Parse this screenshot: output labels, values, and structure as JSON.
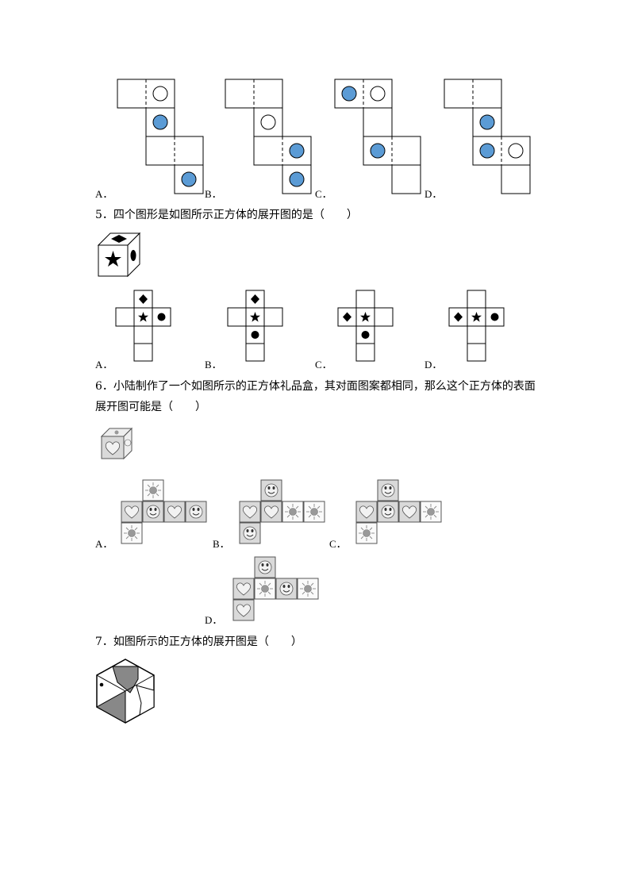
{
  "q4": {
    "options": [
      "A．",
      "B．",
      "C．",
      "D．"
    ],
    "colors": {
      "filled": "#5b9bd5",
      "outline": "#000000"
    }
  },
  "q5": {
    "number": "5．",
    "stem": "四个图形是如图所示正方体的展开图的是（　　）",
    "options": [
      "A．",
      "B．",
      "C．",
      "D．"
    ],
    "symbols": [
      "diamond-icon",
      "star-icon",
      "circle-icon"
    ]
  },
  "q6": {
    "number": "6．",
    "stem_line1": "小陆制作了一个如图所示的正方体礼品盒，其对面图案都相同，那么这个正方体的表面",
    "stem_line2": "展开图可能是（　　）",
    "options": [
      "A．",
      "B．",
      "C．",
      "D．"
    ],
    "symbols": [
      "heart-icon",
      "smiley-icon",
      "sun-icon"
    ]
  },
  "q7": {
    "number": "7．",
    "stem": "如图所示的正方体的展开图是（　　）"
  }
}
